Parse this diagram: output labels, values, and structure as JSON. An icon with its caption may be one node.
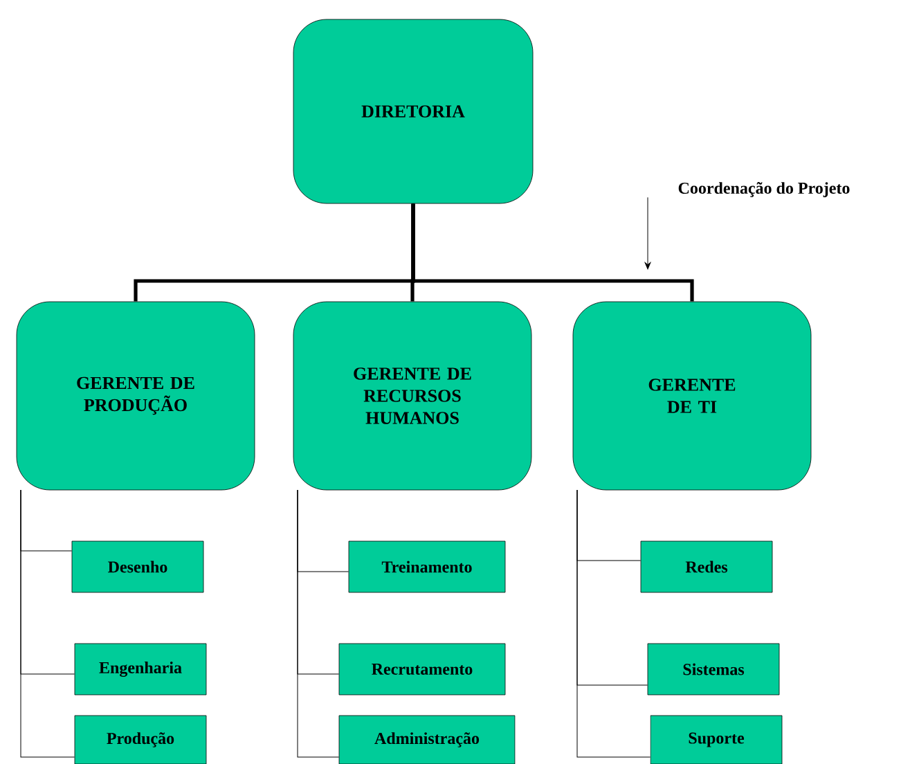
{
  "diagram": {
    "nodes": [
      {
        "text": [
          "DIRETORIA"
        ]
      },
      {
        "text": [
          "GERENTE DE PRODUÇÃO"
        ]
      },
      {
        "text": [
          "GERENTE DE RECURSOS HUMANOS"
        ]
      },
      {
        "text": [
          "GERENTE DE TI"
        ]
      },
      {
        "text": [
          "Desenho"
        ]
      },
      {
        "text": [
          "Engenharia"
        ]
      },
      {
        "text": [
          "Produção"
        ]
      },
      {
        "text": [
          "Treinamento"
        ]
      },
      {
        "text": [
          "Recrutamento"
        ]
      },
      {
        "text": [
          "Administração"
        ]
      },
      {
        "text": [
          "Redes"
        ]
      },
      {
        "text": [
          "Sistemas"
        ]
      },
      {
        "text": [
          "Suporte"
        ]
      },
      {
        "text": [
          "Coordenação do Projeto"
        ]
      }
    ],
    "edges": [
      {
        "from": 0,
        "to": 1,
        "arrow": "none",
        "style": "thick"
      },
      {
        "from": 0,
        "to": 2,
        "arrow": "none",
        "style": "thick"
      },
      {
        "from": 0,
        "to": 3,
        "arrow": "none",
        "style": "thick"
      },
      {
        "from": 1,
        "to": 4,
        "arrow": "none"
      },
      {
        "from": 1,
        "to": 5,
        "arrow": "none"
      },
      {
        "from": 1,
        "to": 6,
        "arrow": "none"
      },
      {
        "from": 2,
        "to": 7,
        "arrow": "none"
      },
      {
        "from": 2,
        "to": 8,
        "arrow": "none"
      },
      {
        "from": 2,
        "to": 9,
        "arrow": "none"
      },
      {
        "from": 3,
        "to": 10,
        "arrow": "none"
      },
      {
        "from": 3,
        "to": 11,
        "arrow": "none"
      },
      {
        "from": 3,
        "to": 12,
        "arrow": "none"
      },
      {
        "from": 13,
        "to": null,
        "arrow": "to"
      }
    ]
  }
}
